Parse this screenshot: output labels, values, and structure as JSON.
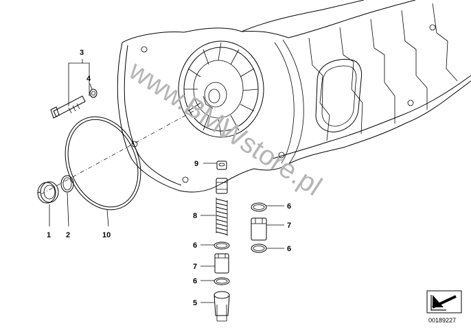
{
  "callouts": [
    {
      "id": "c1",
      "label": "1"
    },
    {
      "id": "c2",
      "label": "2"
    },
    {
      "id": "c3",
      "label": "3"
    },
    {
      "id": "c4",
      "label": "4"
    },
    {
      "id": "c5",
      "label": "5"
    },
    {
      "id": "c6a",
      "label": "6"
    },
    {
      "id": "c6b",
      "label": "6"
    },
    {
      "id": "c6c",
      "label": "6"
    },
    {
      "id": "c6d",
      "label": "6"
    },
    {
      "id": "c7a",
      "label": "7"
    },
    {
      "id": "c7b",
      "label": "7"
    },
    {
      "id": "c8",
      "label": "8"
    },
    {
      "id": "c9",
      "label": "9"
    },
    {
      "id": "c10",
      "label": "10"
    }
  ],
  "watermark": "www.BMWstore.pl",
  "reference_number": "00189227",
  "icons": {
    "corner": "arrow-box-icon"
  },
  "colors": {
    "line": "#000000",
    "watermark": "#b5b5b5",
    "background": "#ffffff"
  }
}
